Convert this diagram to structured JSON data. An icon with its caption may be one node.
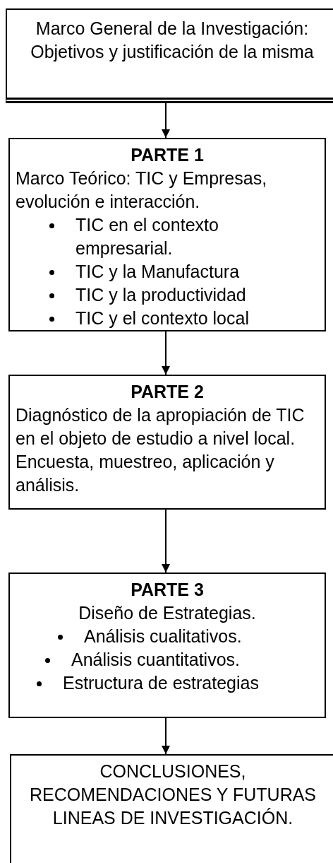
{
  "diagram": {
    "nodes": [
      {
        "text": [
          "Marco General de la Investigación: Objetivos y justificación de la misma"
        ]
      },
      {
        "text": [
          "PARTE 1",
          "Marco Teórico: TIC y Empresas, evolución e interacción.",
          "TIC en el contexto empresarial.",
          "TIC y la Manufactura",
          "TIC y la productividad",
          "TIC y el contexto local"
        ]
      },
      {
        "text": [
          "PARTE 2",
          "Diagnóstico de la apropiación de TIC en el objeto de estudio a nivel local. Encuesta, muestreo, aplicación y análisis."
        ]
      },
      {
        "text": [
          "PARTE 3",
          "Diseño de Estrategias.",
          "Análisis cualitativos.",
          "Análisis cuantitativos.",
          "Estructura de estrategias"
        ]
      },
      {
        "text": [
          "CONCLUSIONES, RECOMENDACIONES Y FUTURAS LINEAS DE INVESTIGACIÓN."
        ]
      }
    ],
    "edges": [
      {
        "from": 0,
        "to": 1,
        "arrow": "to"
      },
      {
        "from": 1,
        "to": 2,
        "arrow": "to"
      },
      {
        "from": 2,
        "to": 3,
        "arrow": "to"
      },
      {
        "from": 3,
        "to": 4,
        "arrow": "to"
      }
    ]
  }
}
